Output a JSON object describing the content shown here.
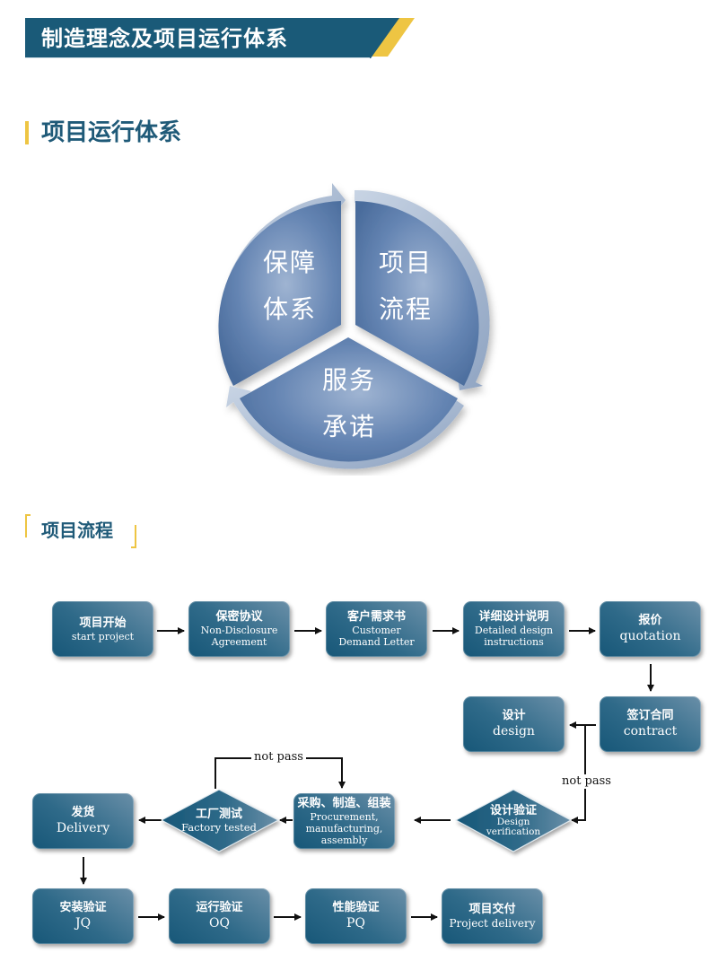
{
  "banner": {
    "title": "制造理念及项目运行体系"
  },
  "section1": {
    "title": "项目运行体系"
  },
  "cycle": {
    "segments": [
      {
        "line1": "保障",
        "line2": "体系"
      },
      {
        "line1": "项目",
        "line2": "流程"
      },
      {
        "line1": "服务",
        "line2": "承诺"
      }
    ]
  },
  "section2": {
    "title": "项目流程"
  },
  "flow": {
    "start": {
      "zh": "项目开始",
      "en": "start project"
    },
    "nda": {
      "zh": "保密协议",
      "en1": "Non-Disclosure",
      "en2": "Agreement"
    },
    "demand": {
      "zh": "客户需求书",
      "en1": "Customer",
      "en2": "Demand Letter"
    },
    "detailed": {
      "zh": "详细设计说明",
      "en1": "Detailed design",
      "en2": "instructions"
    },
    "quotation": {
      "zh": "报价",
      "en": "quotation"
    },
    "contract": {
      "zh": "签订合同",
      "en": "contract"
    },
    "design": {
      "zh": "设计",
      "en": "design"
    },
    "verification": {
      "zh": "设计验证",
      "en1": "Design",
      "en2": "verification"
    },
    "procurement": {
      "zh": "采购、制造、组装",
      "en1": "Procurement,",
      "en2": "manufacturing,",
      "en3": "assembly"
    },
    "factory": {
      "zh": "工厂测试",
      "en": "Factory tested"
    },
    "delivery": {
      "zh": "发货",
      "en": "Delivery"
    },
    "jq": {
      "zh": "安装验证",
      "en": "JQ"
    },
    "oq": {
      "zh": "运行验证",
      "en": "OQ"
    },
    "pq": {
      "zh": "性能验证",
      "en": "PQ"
    },
    "project_delivery": {
      "zh": "项目交付",
      "en": "Project delivery"
    },
    "not_pass_1": "not pass",
    "not_pass_2": "not pass"
  },
  "colors": {
    "brand_blue": "#1a5a78",
    "accent_yellow": "#eec543",
    "heading_text": "#1f5a78",
    "cycle_blue": "#5a7eab"
  }
}
